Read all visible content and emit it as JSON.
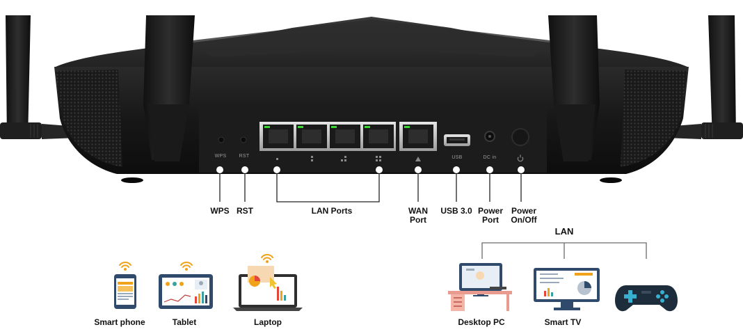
{
  "colors": {
    "router_body": "#141414",
    "router_panel": "#1b1b1b",
    "port_metal": "#c9c9c9",
    "port_led": "#37d92f",
    "callout_line": "#222222",
    "wifi": "#f0a21a",
    "lan_line": "#6a6a6a"
  },
  "router": {
    "port_labels": {
      "wps": "WPS",
      "rst": "RST",
      "usb": "USB",
      "dc_in": "DC in"
    },
    "callouts": {
      "wps": "WPS",
      "rst": "RST",
      "lan_ports": "LAN Ports",
      "wan_port": "WAN\nPort",
      "usb": "USB 3.0",
      "power_port": "Power\nPort",
      "power_switch": "Power\nOn/Off"
    }
  },
  "wireless_devices": {
    "icon": "wifi-icon",
    "items": [
      {
        "label": "Smart phone",
        "icon": "smartphone-icon"
      },
      {
        "label": "Tablet",
        "icon": "tablet-icon"
      },
      {
        "label": "Laptop",
        "icon": "laptop-icon"
      }
    ]
  },
  "lan_devices": {
    "title": "LAN",
    "items": [
      {
        "label": "Desktop PC",
        "icon": "desktop-pc-icon"
      },
      {
        "label": "Smart TV",
        "icon": "smart-tv-icon"
      },
      {
        "label": "",
        "icon": "gamepad-icon"
      }
    ]
  }
}
